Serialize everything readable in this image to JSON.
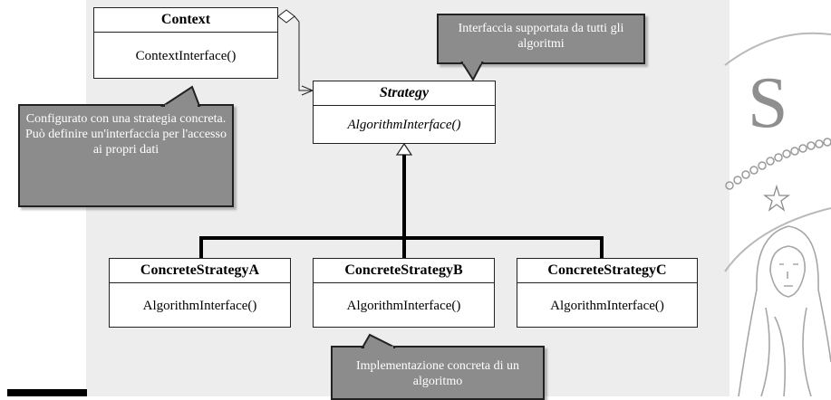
{
  "classes": {
    "context": {
      "name": "Context",
      "operation": "ContextInterface()"
    },
    "strategy": {
      "name": "Strategy",
      "operation": "AlgorithmInterface()"
    },
    "concrete_a": {
      "name": "ConcreteStrategyA",
      "operation": "AlgorithmInterface()"
    },
    "concrete_b": {
      "name": "ConcreteStrategyB",
      "operation": "AlgorithmInterface()"
    },
    "concrete_c": {
      "name": "ConcreteStrategyC",
      "operation": "AlgorithmInterface()"
    }
  },
  "notes": {
    "interface_note": "Interfaccia supportata da tutti gli algoritmi",
    "context_note": "Configurato con una strategia concreta. Può definire un'interfaccia per l'accesso ai propri dati",
    "concrete_note": "Implementazione concreta di un algoritmo"
  },
  "seal_text": "S",
  "colors": {
    "note_fill": "#8c8c8c",
    "panel": "#ededed",
    "line": "#000000"
  }
}
